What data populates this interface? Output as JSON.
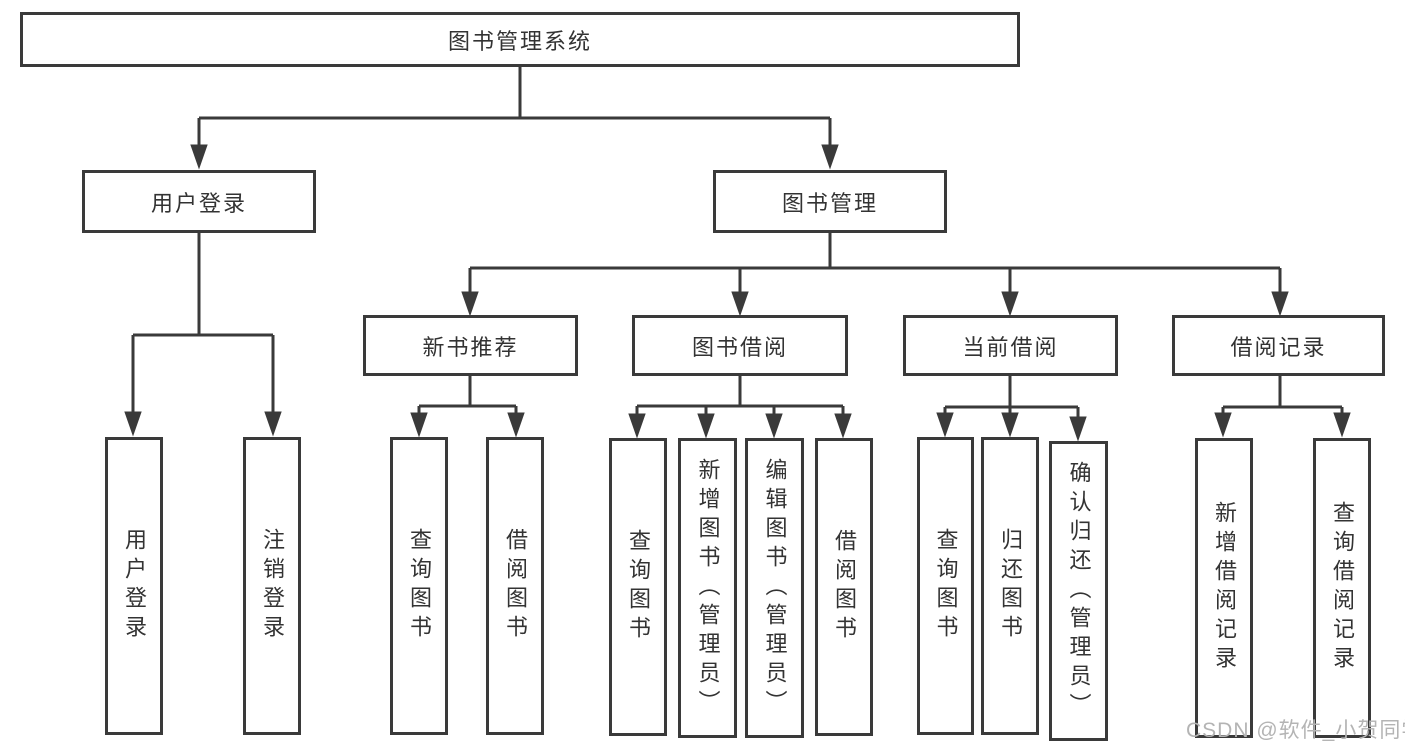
{
  "tree": {
    "label": "图书管理系统",
    "children": [
      {
        "label": "用户登录",
        "children": [
          {
            "label": "用户登录"
          },
          {
            "label": "注销登录"
          }
        ]
      },
      {
        "label": "图书管理",
        "children": [
          {
            "label": "新书推荐",
            "children": [
              {
                "label": "查询图书"
              },
              {
                "label": "借阅图书"
              }
            ]
          },
          {
            "label": "图书借阅",
            "children": [
              {
                "label": "查询图书"
              },
              {
                "label": "新增图书（管理员）"
              },
              {
                "label": "编辑图书（管理员）"
              },
              {
                "label": "借阅图书"
              }
            ]
          },
          {
            "label": "当前借阅",
            "children": [
              {
                "label": "查询图书"
              },
              {
                "label": "归还图书"
              },
              {
                "label": "确认归还（管理员）"
              }
            ]
          },
          {
            "label": "借阅记录",
            "children": [
              {
                "label": "新增借阅记录"
              },
              {
                "label": "查询借阅记录"
              }
            ]
          }
        ]
      }
    ]
  },
  "watermark": "CSDN @软件_小贺同学",
  "colors": {
    "line": "#3a3a3a",
    "text": "#333333",
    "watermark": "#b4b4b4"
  }
}
